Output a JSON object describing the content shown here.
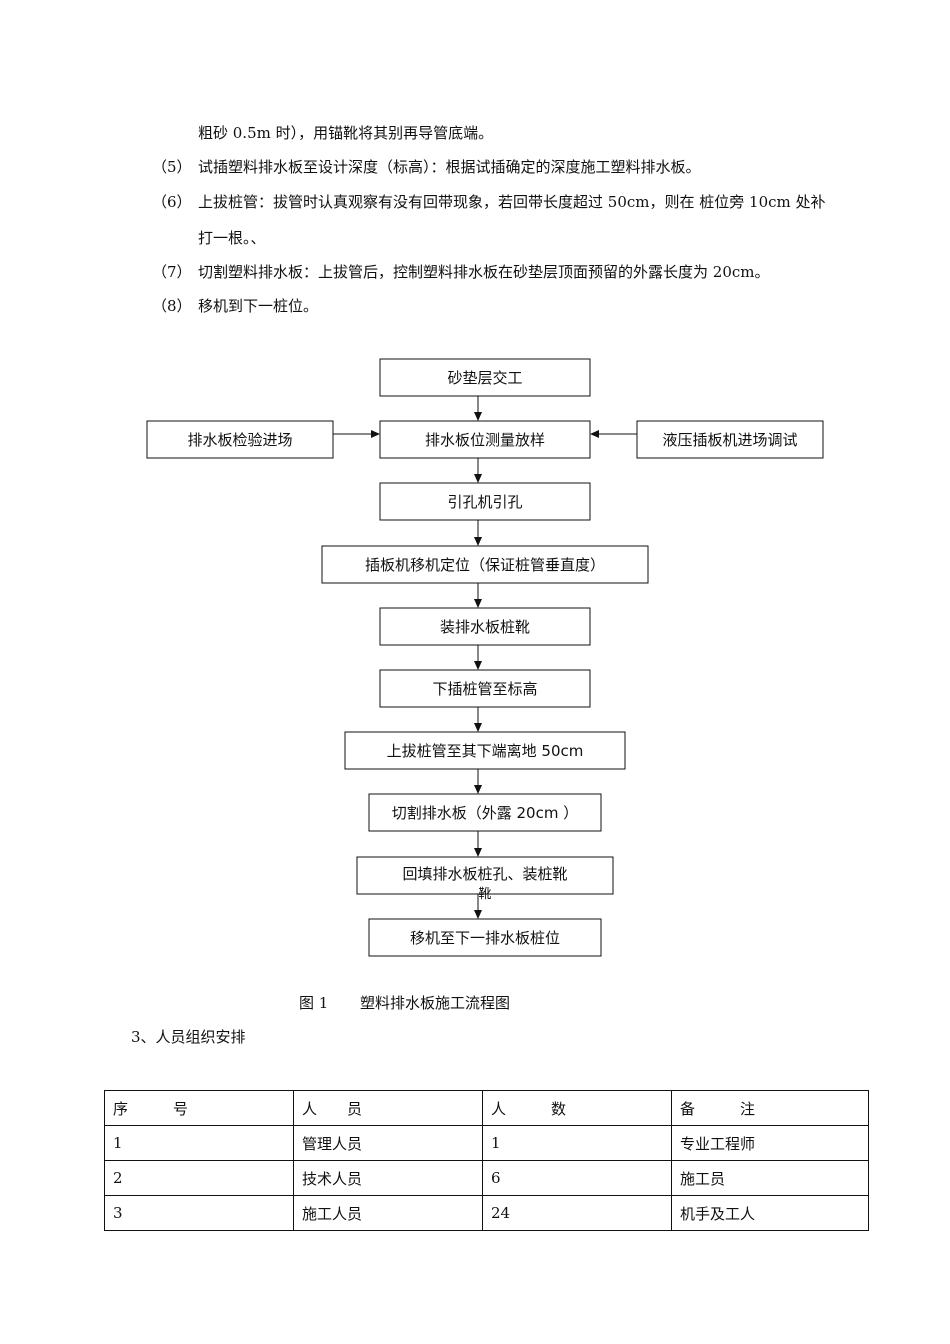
{
  "paragraphs": {
    "cont": "粗砂 0.5m 时），用锚靴将其别再导管底端。",
    "step5": {
      "num": "（5）",
      "text": "试插塑料排水板至设计深度（标高）：根据试插确定的深度施工塑料排水板。"
    },
    "step6": {
      "num": "（6）",
      "text": "上拔桩管：拔管时认真观察有没有回带现象，若回带长度超过 50cm，则在 桩位旁 10cm 处补",
      "text2": "打一根。、"
    },
    "step7": {
      "num": "（7）",
      "text": "切割塑料排水板：上拔管后，控制塑料排水板在砂垫层顶面预留的外露长度为 20cm。"
    },
    "step8": {
      "num": "（8）",
      "text": "移机到下一桩位。"
    }
  },
  "flowchart": {
    "left_input": "排水板检验进场",
    "right_input": "液压插板机进场调试",
    "steps": [
      "砂垫层交工",
      "排水板位测量放样",
      "引孔机引孔",
      "插板机移机定位（保证桩管垂直度）",
      "装排水板桩靴",
      "下插桩管至标高",
      "上拔桩管至其下端离地 50cm",
      "切割排水板（外露 20cm ）",
      "回填排水板桩孔、装桩靴",
      "移机至下一排水板桩位"
    ],
    "overflow_text": "靴"
  },
  "caption": {
    "label": "图 1",
    "title": "塑料排水板施工流程图"
  },
  "section_heading": "3、人员组织安排",
  "staff_table": {
    "headers": [
      "序　　　号",
      "人　　员",
      "人　　　数",
      "备　　　注"
    ],
    "rows": [
      [
        "1",
        "管理人员",
        "1",
        "专业工程师"
      ],
      [
        "2",
        "技术人员",
        "6",
        "施工员"
      ],
      [
        "3",
        "施工人员",
        "24",
        "机手及工人"
      ]
    ]
  }
}
